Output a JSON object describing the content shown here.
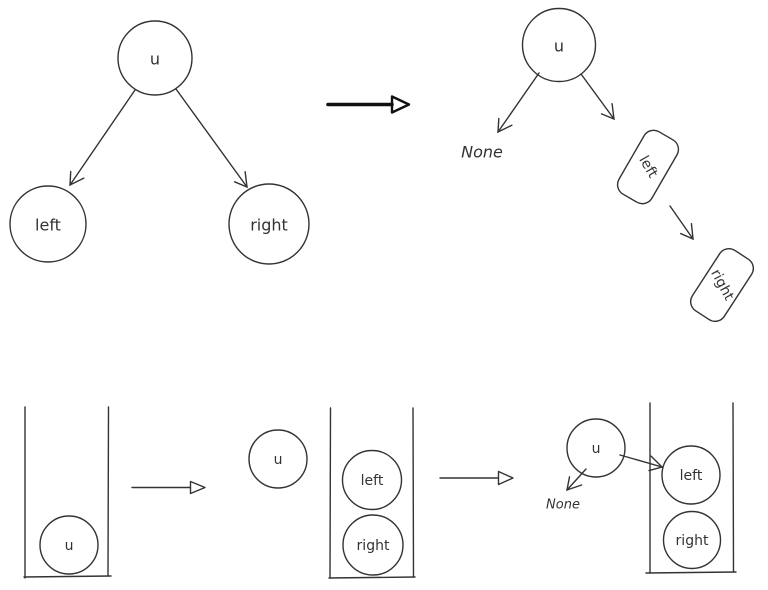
{
  "colors": {
    "ink": "#333333",
    "bold_ink": "#111111",
    "background": "#ffffff"
  },
  "top_left_tree": {
    "root_label": "u",
    "left_label": "left",
    "right_label": "right"
  },
  "top_right_tree": {
    "root_label": "u",
    "none_label": "None",
    "left_label": "left",
    "right_label": "right"
  },
  "bottom_row": {
    "stack1": {
      "item1_label": "u"
    },
    "stack2": {
      "popped_label": "u",
      "item1_label": "left",
      "item2_label": "right"
    },
    "stack3": {
      "popped_label": "u",
      "none_label": "None",
      "item1_label": "left",
      "item2_label": "right"
    }
  }
}
